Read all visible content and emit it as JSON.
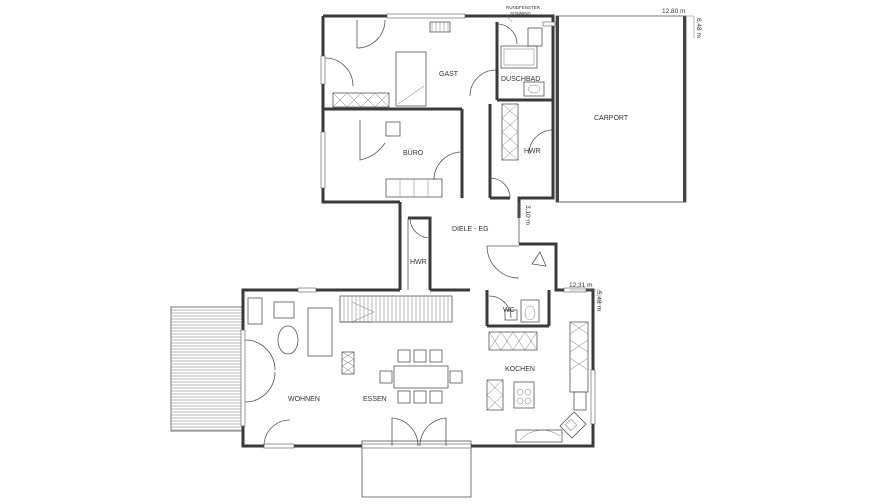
{
  "rooms": {
    "gast": "GAST",
    "duschbad": "DUSCHBAD",
    "carport": "CARPORT",
    "buero": "BÜRO",
    "hwr_upper": "HWR",
    "diele": "DIELE - EG",
    "hwr_lower": "HWR",
    "wc": "WC",
    "kochen": "KOCHEN",
    "wohnen": "WOHNEN",
    "essen": "ESSEN"
  },
  "annotations": {
    "window_note_line1": "RUNDFENSTER",
    "window_note_line2": "SONNING"
  },
  "dimensions": {
    "top_width": "12,80 m",
    "top_depth": "6,48 m",
    "corridor_width": "3,10 m",
    "bottom_width": "12,31 m",
    "bottom_depth": "5,48 m"
  }
}
